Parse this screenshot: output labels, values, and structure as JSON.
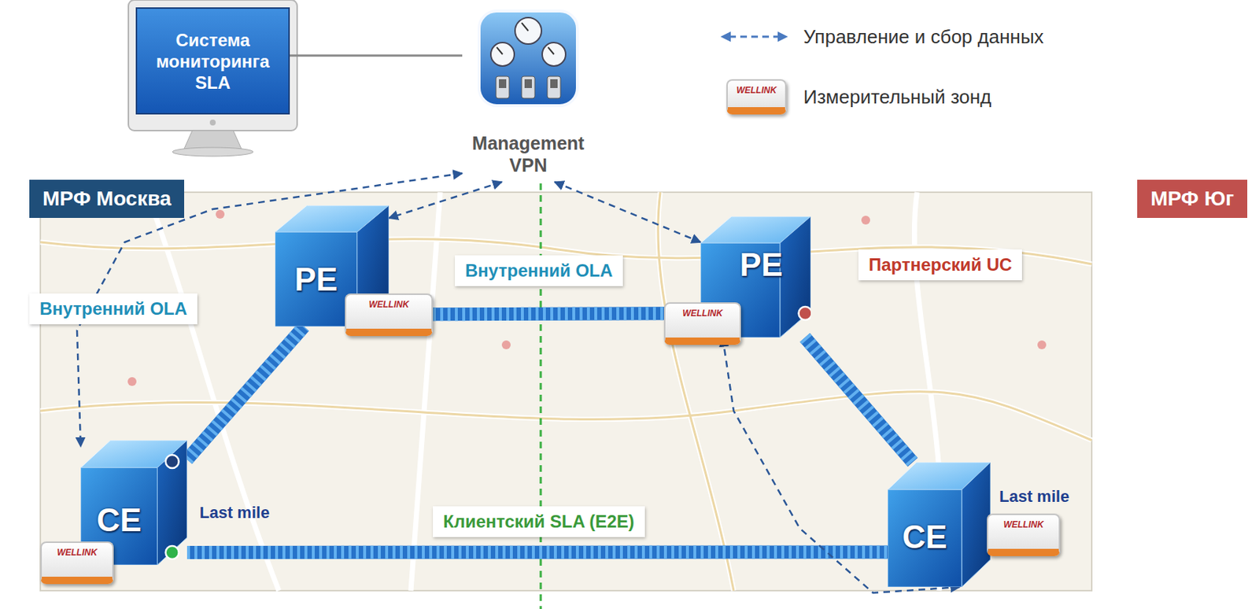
{
  "diagram": {
    "nodes": [
      {
        "text": [
          "Система мониторинга SLA"
        ]
      },
      {
        "text": [
          "Management VPN"
        ]
      },
      {
        "text": [
          "МРФ Москва"
        ]
      },
      {
        "text": [
          "МРФ Юг"
        ]
      },
      {
        "text": [
          "PE"
        ]
      },
      {
        "text": [
          "PE"
        ]
      },
      {
        "text": [
          "CE"
        ]
      },
      {
        "text": [
          "CE"
        ]
      }
    ],
    "edges": [
      {
        "from": 0,
        "to": 1,
        "arrow": "none"
      },
      {
        "from": 1,
        "to": 6,
        "arrow": "both"
      },
      {
        "from": 1,
        "to": 4,
        "arrow": "both"
      },
      {
        "from": 1,
        "to": 5,
        "arrow": "both"
      },
      {
        "from": 4,
        "to": 5,
        "label": "Внутренний OLA",
        "arrow": "none"
      },
      {
        "from": 6,
        "to": 4,
        "label": "Внутренний OLA",
        "arrow": "none"
      },
      {
        "from": 5,
        "to": 7,
        "label": "Партнерский UC",
        "arrow": "none"
      },
      {
        "from": 6,
        "to": 7,
        "label": "Клиентский SLA (E2E)",
        "arrow": "none"
      },
      {
        "from": 5,
        "to": 7,
        "arrow": "both"
      }
    ],
    "labels": [
      "Last mile",
      "Last mile",
      "WELLINK",
      "WELLINK",
      "WELLINK",
      "WELLINK",
      "WELLINK"
    ],
    "legend": [
      {
        "text": "Управление и сбор данных"
      },
      {
        "text": "Измерительный зонд"
      }
    ]
  }
}
